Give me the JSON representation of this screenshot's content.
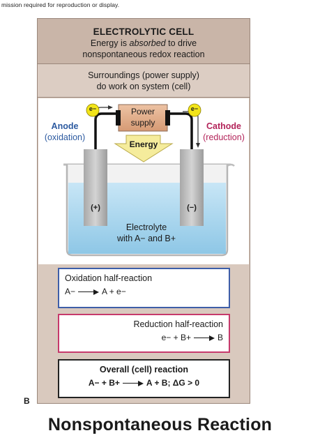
{
  "permission_note": "mission required for reproduction or display.",
  "header": {
    "title": "ELECTROLYTIC CELL",
    "subtitle_part1": "Energy is ",
    "subtitle_emph": "absorbed",
    "subtitle_part2": " to drive",
    "subtitle_line2": "nonspontaneous redox reaction"
  },
  "surroundings": {
    "line1": "Surroundings (power supply)",
    "line2": "do work on system (cell)"
  },
  "cell": {
    "anode_title": "Anode",
    "anode_sub": "(oxidation)",
    "cathode_title": "Cathode",
    "cathode_sub": "(reduction)",
    "power_line1": "Power",
    "power_line2": "supply",
    "energy": "Energy",
    "electron": "e−",
    "anode_sign": "(+)",
    "cathode_sign": "(−)",
    "electrolyte_line1": "Electrolyte",
    "electrolyte_line2": "with A− and B+"
  },
  "oxidation": {
    "title": "Oxidation half-reaction",
    "lhs": "A−",
    "rhs": "A + e−"
  },
  "reduction": {
    "title": "Reduction half-reaction",
    "lhs": "e− + B+",
    "rhs": "B"
  },
  "overall": {
    "title": "Overall (cell) reaction",
    "lhs": "A− + B+",
    "rhs": "A + B; ΔG > 0"
  },
  "panel_label": "B",
  "footer": "Nonspontaneous Reaction",
  "colors": {
    "panel": "#d9c9be",
    "title_bar": "#c9b5a8",
    "anode": "#2c5aa0",
    "cathode": "#b3245a",
    "electrolyte": "#aad6ee",
    "energy_arrow": "#f5ec9c",
    "electron_badge": "#f2e419",
    "power_supply": "#e2b08e"
  }
}
